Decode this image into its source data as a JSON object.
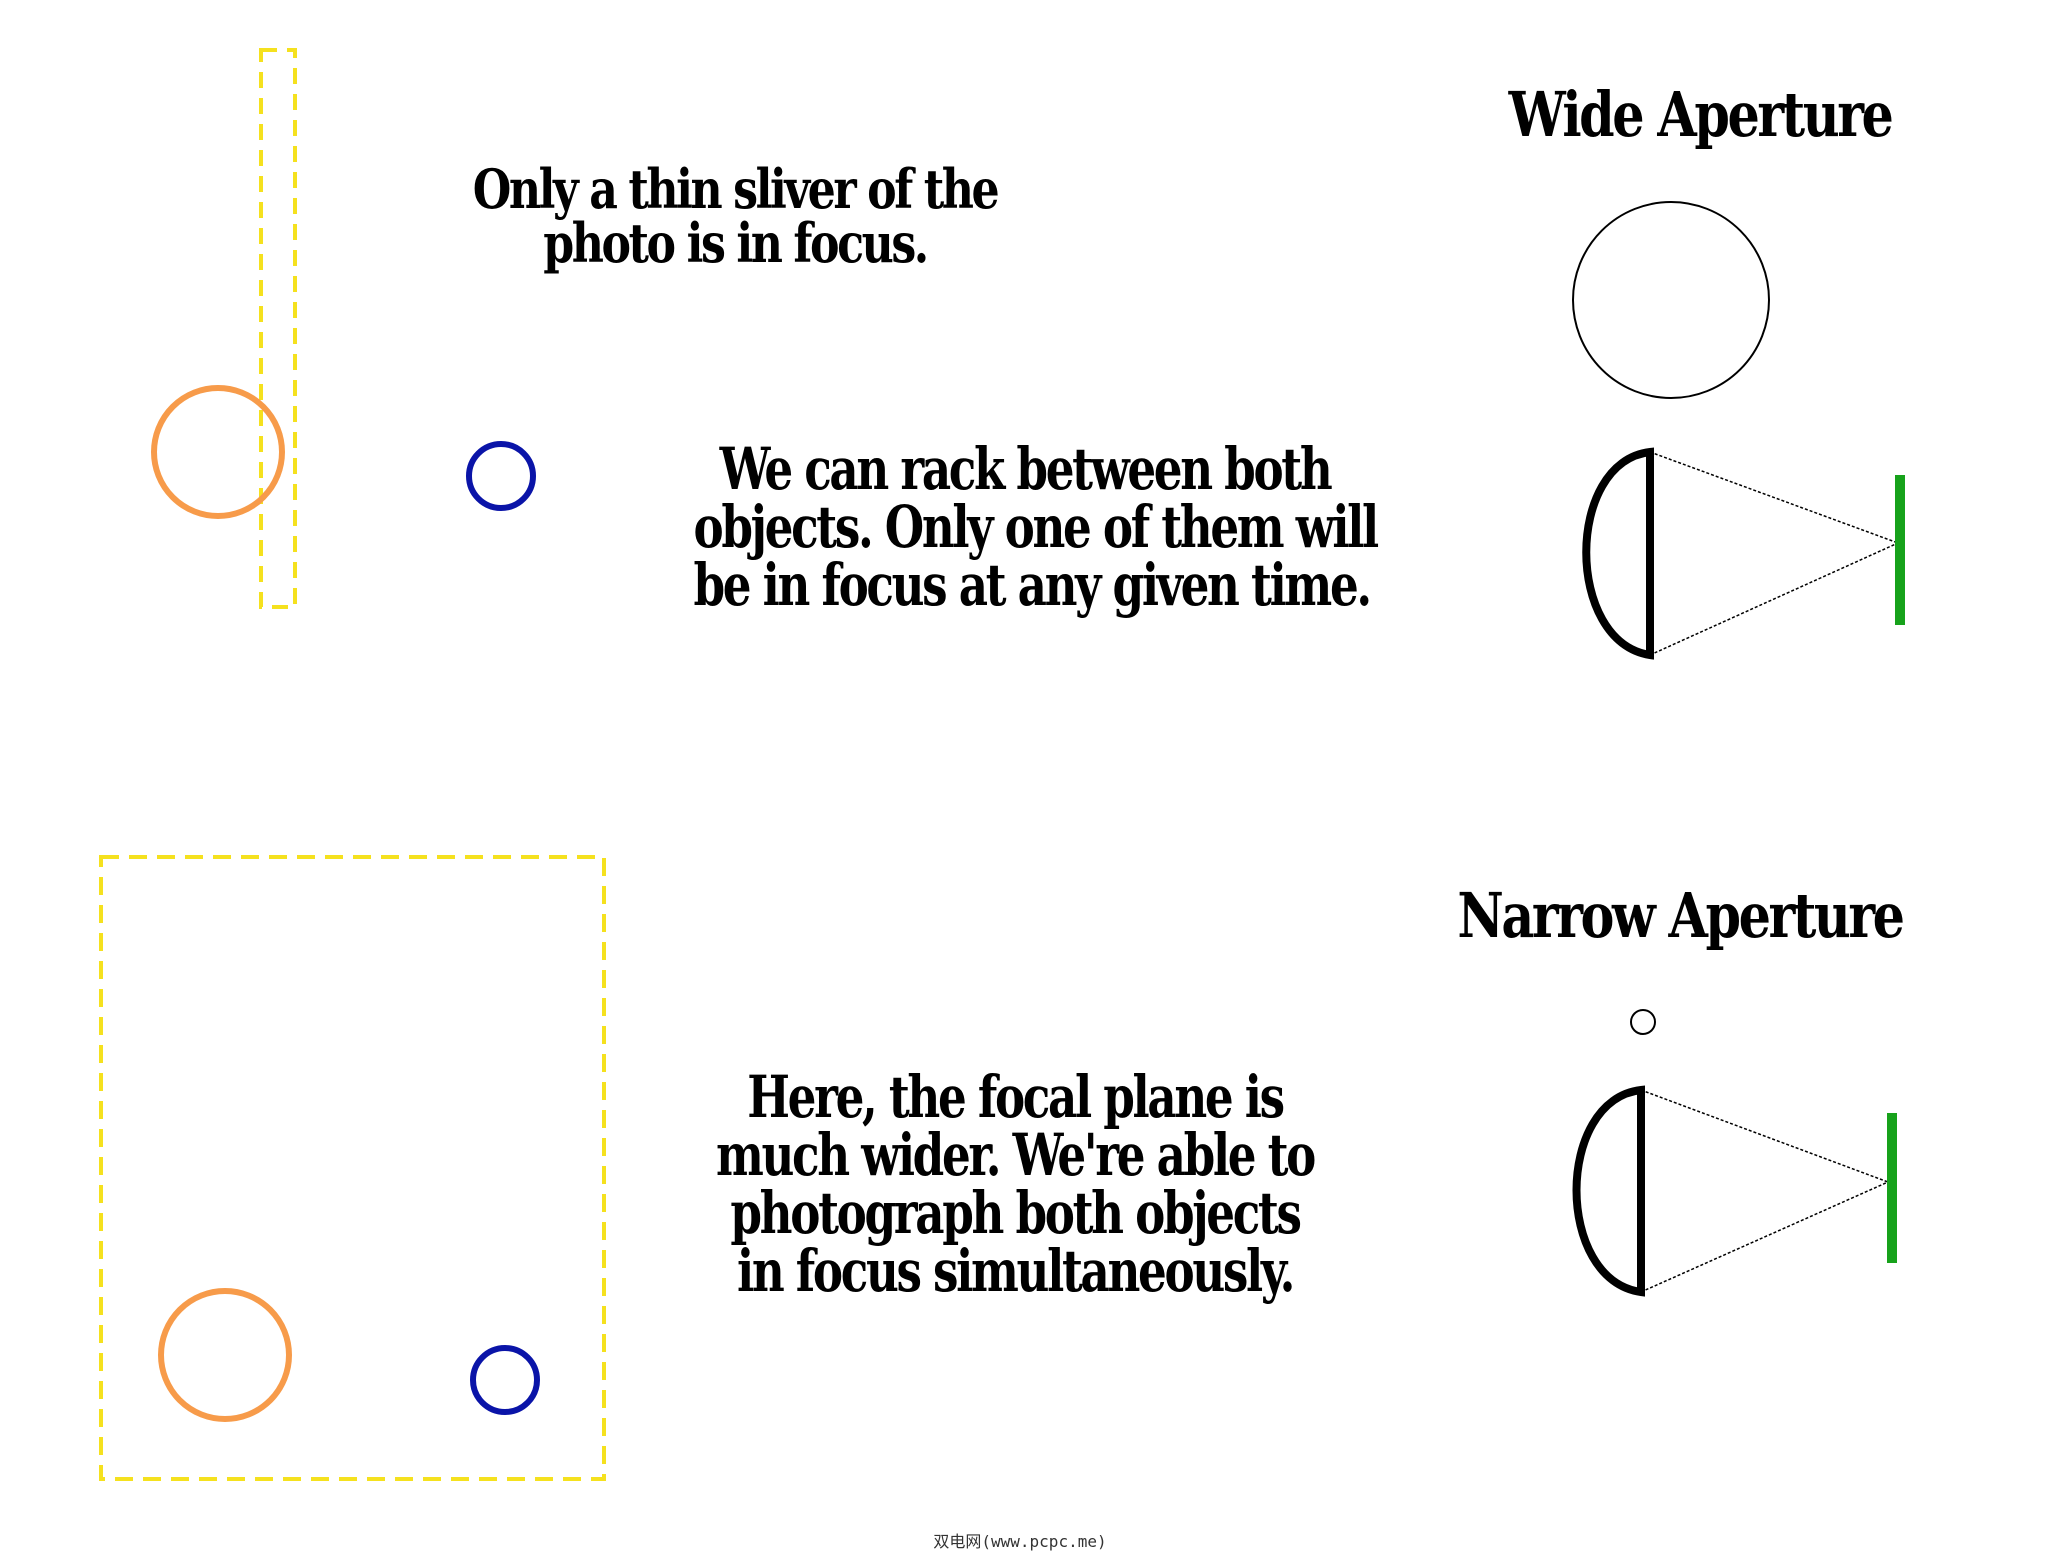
{
  "headings": {
    "wide": "Wide Aperture",
    "narrow": "Narrow Aperture"
  },
  "captions": {
    "thin_sliver": [
      "Only a thin sliver of the",
      "photo is in focus."
    ],
    "rack_focus": [
      "We can rack between both",
      "objects. Only one of them will",
      "be in focus at any given time."
    ],
    "wide_plane": [
      "Here, the focal plane is",
      "much wider. We're able to",
      "photograph both objects",
      "in focus simultaneously."
    ]
  },
  "watermark": "双电网(www.pcpc.me)",
  "colors": {
    "focal_plane": "#f5e11e",
    "near_object": "#f79b4a",
    "far_object": "#0a14a8",
    "sensor": "#17a21b",
    "lens": "#000000",
    "background": "#ffffff"
  }
}
